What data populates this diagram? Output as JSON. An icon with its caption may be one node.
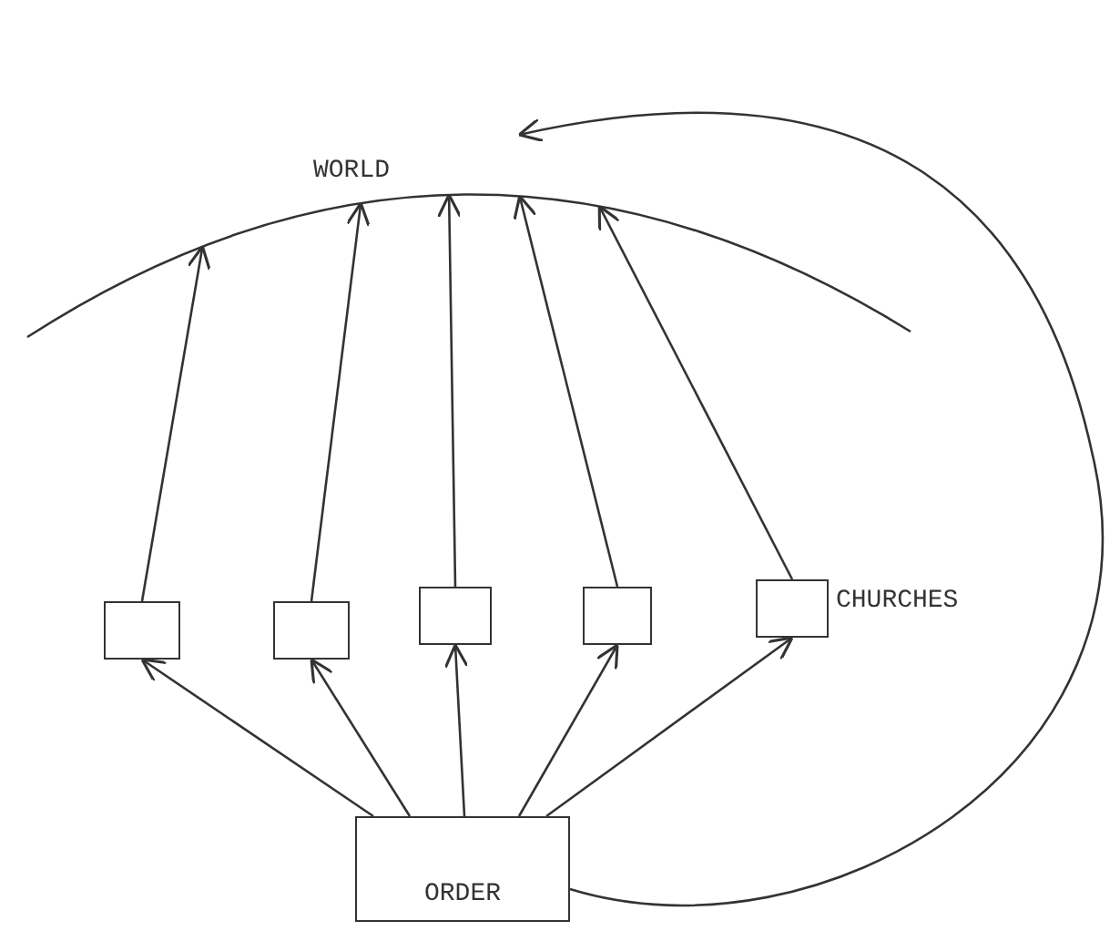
{
  "diagram": {
    "nodes": [
      {
        "text": [
          "WORLD"
        ]
      },
      {
        "text": [],
        "shape": "box"
      },
      {
        "text": [],
        "shape": "box"
      },
      {
        "text": [],
        "shape": "box"
      },
      {
        "text": [],
        "shape": "box"
      },
      {
        "text": [],
        "shape": "box",
        "beside": [
          "CHURCHES"
        ]
      },
      {
        "text": [
          "ORDER"
        ]
      }
    ],
    "edges": [
      {
        "from": 1,
        "to": 0,
        "arrow": "to"
      },
      {
        "from": 2,
        "to": 0,
        "arrow": "to"
      },
      {
        "from": 3,
        "to": 0,
        "arrow": "to"
      },
      {
        "from": 4,
        "to": 0,
        "arrow": "to"
      },
      {
        "from": 5,
        "to": 0,
        "arrow": "to"
      },
      {
        "from": 6,
        "to": 1,
        "arrow": "to"
      },
      {
        "from": 6,
        "to": 2,
        "arrow": "to"
      },
      {
        "from": 6,
        "to": 3,
        "arrow": "to"
      },
      {
        "from": 6,
        "to": 4,
        "arrow": "to"
      },
      {
        "from": 6,
        "to": 5,
        "arrow": "to"
      },
      {
        "from": 6,
        "to": 0,
        "arrow": "to"
      }
    ]
  }
}
